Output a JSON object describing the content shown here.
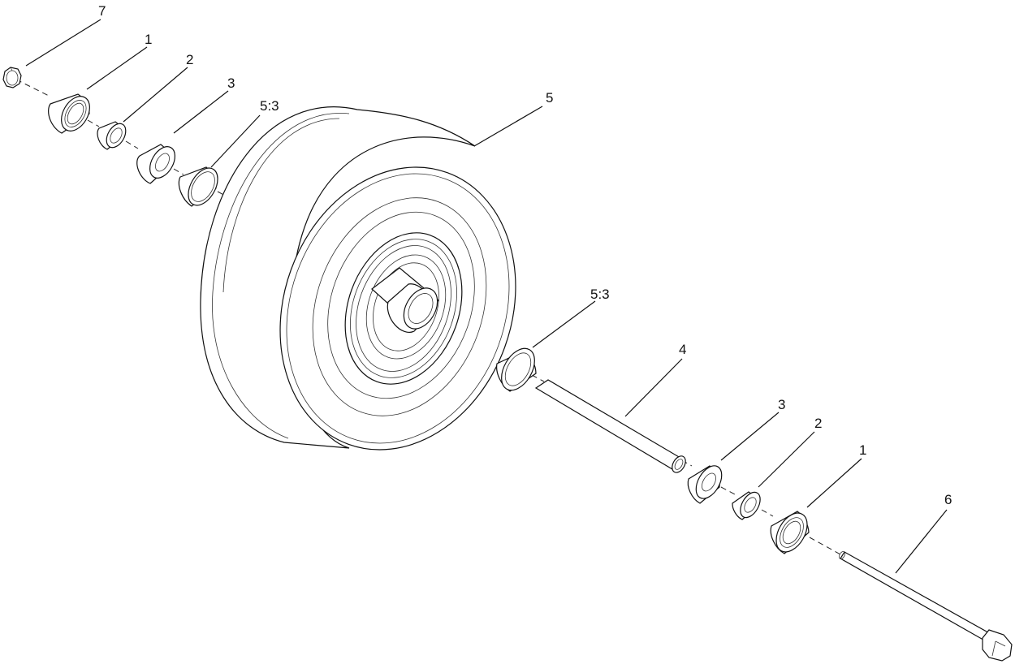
{
  "callouts": {
    "c7": "7",
    "c1_top": "1",
    "c2_top": "2",
    "c3_top": "3",
    "c53_top": "5:3",
    "c5": "5",
    "c53_mid": "5:3",
    "c4": "4",
    "c3_bottom": "3",
    "c2_bottom": "2",
    "c1_bottom": "1",
    "c6": "6"
  }
}
